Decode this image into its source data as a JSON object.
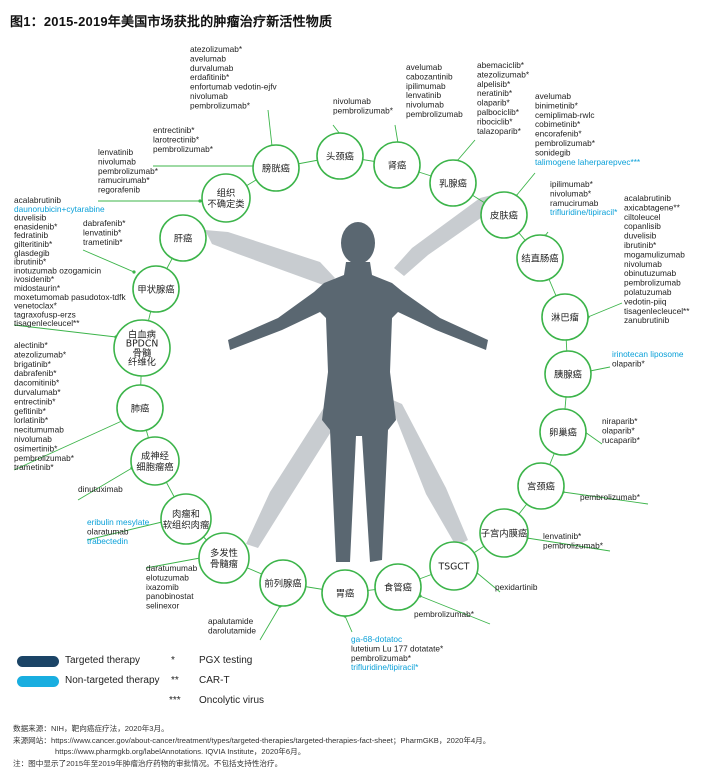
{
  "title": "图1：2015-2019年美国市场获批的肿瘤治疗新活性物质",
  "colors": {
    "targeted": "#1b4466",
    "non_targeted": "#19aee0",
    "ring": "#3cb44a",
    "figure": "#5a6771",
    "figure_light": "#c8ccd0"
  },
  "nodes": [
    {
      "id": "tissue",
      "lines": [
        "组织",
        "不确定类"
      ]
    },
    {
      "id": "bladder",
      "lines": [
        "膀胱癌"
      ]
    },
    {
      "id": "headneck",
      "lines": [
        "头颈癌"
      ]
    },
    {
      "id": "kidney",
      "lines": [
        "肾癌"
      ]
    },
    {
      "id": "breast",
      "lines": [
        "乳腺癌"
      ]
    },
    {
      "id": "skin",
      "lines": [
        "皮肤癌"
      ]
    },
    {
      "id": "colorectal",
      "lines": [
        "结直肠癌"
      ]
    },
    {
      "id": "lymphoma",
      "lines": [
        "淋巴瘤"
      ]
    },
    {
      "id": "pancreas",
      "lines": [
        "胰腺癌"
      ]
    },
    {
      "id": "ovary",
      "lines": [
        "卵巢癌"
      ]
    },
    {
      "id": "cervix",
      "lines": [
        "宫颈癌"
      ]
    },
    {
      "id": "endometrial",
      "lines": [
        "子宫内膜癌"
      ]
    },
    {
      "id": "tsgct",
      "lines": [
        "TSGCT"
      ]
    },
    {
      "id": "esophagus",
      "lines": [
        "食管癌"
      ]
    },
    {
      "id": "stomach",
      "lines": [
        "胃癌"
      ]
    },
    {
      "id": "prostate",
      "lines": [
        "前列腺癌"
      ]
    },
    {
      "id": "myeloma",
      "lines": [
        "多发性",
        "骨髓瘤"
      ]
    },
    {
      "id": "sarcoma",
      "lines": [
        "肉瘤和",
        "软组织肉瘤"
      ]
    },
    {
      "id": "neuroblastoma",
      "lines": [
        "成神经",
        "细胞瘤癌"
      ]
    },
    {
      "id": "lung",
      "lines": [
        "肺癌"
      ]
    },
    {
      "id": "leukemia",
      "lines": [
        "白血病",
        "BPDCN",
        "骨髓",
        "纤维化"
      ]
    },
    {
      "id": "thyroid",
      "lines": [
        "甲状腺癌"
      ]
    },
    {
      "id": "liver",
      "lines": [
        "肝癌"
      ]
    }
  ],
  "drugs": {
    "tissue": [
      {
        "t": "lenvatinib"
      },
      {
        "t": "nivolumab"
      },
      {
        "t": "pembrolizumab*"
      },
      {
        "t": "ramucirumab*"
      },
      {
        "t": "regorafenib"
      }
    ],
    "bladder": [
      {
        "t": "entrectinib*"
      },
      {
        "t": "larotrectinib*"
      },
      {
        "t": "pembrolizumab*"
      }
    ],
    "bladder_top": [
      {
        "t": "atezolizumab*"
      },
      {
        "t": "avelumab"
      },
      {
        "t": "durvalumab"
      },
      {
        "t": "erdafitinib*"
      },
      {
        "t": "enfortumab vedotin-ejfv"
      },
      {
        "t": "nivolumab"
      },
      {
        "t": "pembrolizumab*"
      }
    ],
    "headneck": [
      {
        "t": "nivolumab"
      },
      {
        "t": "pembrolizumab*"
      }
    ],
    "kidney": [
      {
        "t": "avelumab"
      },
      {
        "t": "cabozantinib"
      },
      {
        "t": "ipilimumab"
      },
      {
        "t": "lenvatinib"
      },
      {
        "t": "nivolumab"
      },
      {
        "t": "pembrolizumab"
      }
    ],
    "breast": [
      {
        "t": "abemaciclib*"
      },
      {
        "t": "atezolizumab*"
      },
      {
        "t": "alpelisib*"
      },
      {
        "t": "neratinib*"
      },
      {
        "t": "olaparib*"
      },
      {
        "t": "palbociclib*"
      },
      {
        "t": "ribociclib*"
      },
      {
        "t": "talazoparib*"
      }
    ],
    "skin": [
      {
        "t": "avelumab"
      },
      {
        "t": "binimetinib*"
      },
      {
        "t": "cemiplimab-rwlc"
      },
      {
        "t": "cobimetinib*"
      },
      {
        "t": "encorafenib*"
      },
      {
        "t": "pembrolizumab*"
      },
      {
        "t": "sonidegib"
      },
      {
        "t": "talimogene laherparepvec***",
        "nt": true
      }
    ],
    "colorectal": [
      {
        "t": "ipilimumab*"
      },
      {
        "t": "nivolumab*"
      },
      {
        "t": "ramucirumab"
      },
      {
        "t": "trifluridine/tipiracil*",
        "nt": true
      }
    ],
    "lymphoma": [
      {
        "t": "acalabrutinib"
      },
      {
        "t": "axicabtagene**"
      },
      {
        "t": "ciltoleucel"
      },
      {
        "t": "copanlisib"
      },
      {
        "t": "duvelisib"
      },
      {
        "t": "ibrutinib*"
      },
      {
        "t": "mogamulizumab"
      },
      {
        "t": "nivolumab"
      },
      {
        "t": "obinutuzumab"
      },
      {
        "t": "pembrolizumab"
      },
      {
        "t": "polatuzumab"
      },
      {
        "t": "vedotin-piiq"
      },
      {
        "t": "tisagenlecleucel**"
      },
      {
        "t": "zanubrutinib"
      }
    ],
    "pancreas": [
      {
        "t": "irinotecan liposome",
        "nt": true
      },
      {
        "t": "olaparib*"
      }
    ],
    "ovary": [
      {
        "t": "niraparib*"
      },
      {
        "t": "olaparib*"
      },
      {
        "t": "rucaparib*"
      }
    ],
    "cervix": [
      {
        "t": "pembrolizumab*"
      }
    ],
    "endometrial": [
      {
        "t": "lenvatinib*"
      },
      {
        "t": "pembrolizumab*"
      }
    ],
    "tsgct": [
      {
        "t": "pexidartinib"
      }
    ],
    "esophagus": [
      {
        "t": "pembrolizumab*"
      }
    ],
    "stomach": [
      {
        "t": "ga-68-dotatoc",
        "nt": true
      },
      {
        "t": "lutetium Lu 177 dotatate*"
      },
      {
        "t": "pembrolizumab*"
      },
      {
        "t": "trifluridine/tipiracil*",
        "nt": true
      }
    ],
    "prostate": [
      {
        "t": "apalutamide"
      },
      {
        "t": "darolutamide"
      }
    ],
    "myeloma": [
      {
        "t": "daratumumab"
      },
      {
        "t": "elotuzumab"
      },
      {
        "t": "ixazomib"
      },
      {
        "t": "panobinostat"
      },
      {
        "t": "selinexor"
      }
    ],
    "sarcoma": [
      {
        "t": "eribulin mesylate",
        "nt": true
      },
      {
        "t": "olaratumab"
      },
      {
        "t": "trabectedin",
        "nt": true
      }
    ],
    "neuroblastoma": [
      {
        "t": "dinutuximab"
      }
    ],
    "lung": [
      {
        "t": "alectinib*"
      },
      {
        "t": "atezolizumab*"
      },
      {
        "t": "brigatinib*"
      },
      {
        "t": "dabrafenib*"
      },
      {
        "t": "dacomitinib*"
      },
      {
        "t": "durvalumab*"
      },
      {
        "t": "entrectinib*"
      },
      {
        "t": "gefitinib*"
      },
      {
        "t": "lorlatinib*"
      },
      {
        "t": "necitumumab"
      },
      {
        "t": "nivolumab"
      },
      {
        "t": "osimertinib*"
      },
      {
        "t": "pembrolizumab*"
      },
      {
        "t": "trametinib*"
      }
    ],
    "leukemia": [
      {
        "t": "acalabrutinib"
      },
      {
        "t": "daunorubicin+cytarabine",
        "nt": true
      },
      {
        "t": "duvelisib"
      },
      {
        "t": "enasidenib*"
      },
      {
        "t": "fedratinib"
      },
      {
        "t": "gilteritinib*"
      },
      {
        "t": "glasdegib"
      },
      {
        "t": "ibrutinib*"
      },
      {
        "t": "inotuzumab ozogamicin"
      },
      {
        "t": "ivosidenib*"
      },
      {
        "t": "midostaurin*"
      },
      {
        "t": "moxetumomab pasudotox-tdfk"
      },
      {
        "t": "venetoclax*"
      },
      {
        "t": "tagraxofusp-erzs"
      },
      {
        "t": "tisagenlecleucel**"
      }
    ],
    "thyroid": [
      {
        "t": "dabrafenib*"
      },
      {
        "t": "lenvatinib*"
      },
      {
        "t": "trametinib*"
      }
    ]
  },
  "legend": {
    "targeted": "Targeted therapy",
    "non_targeted": "Non-targeted therapy",
    "pgx": "PGX testing",
    "pgx_sym": "*",
    "cart": "CAR-T",
    "cart_sym": "**",
    "onco": "Oncolytic virus",
    "onco_sym": "***"
  },
  "notes": [
    "数据来源：NIH，靶向癌症疗法，2020年3月。",
    "来源网站：https://www.cancer.gov/about-cancer/treatment/types/targeted-therapies/targeted-therapies-fact-sheet；PharmGKB，2020年4月。",
    "https://www.pharmgkb.org/labelAnnotations. IQVIA Institute，2020年6月。",
    "注：图中显示了2015年至2019年肿瘤治疗药物的审批情况。不包括支持性治疗。"
  ]
}
